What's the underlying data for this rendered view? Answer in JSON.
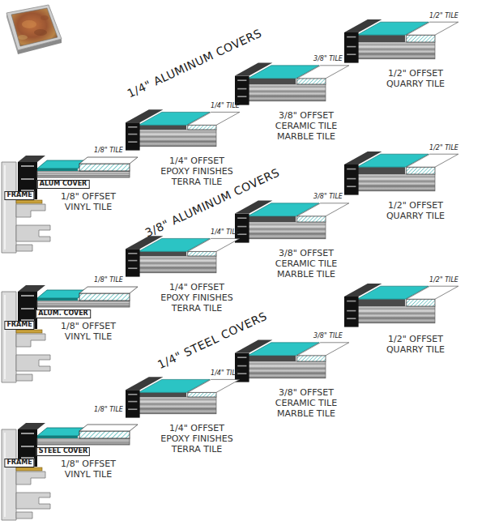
{
  "diagram": {
    "labels": [
      "1/4\" ALUMINUM COVERS",
      "1/2\" TILE",
      "1/2\" OFFSET QUARRY TILE",
      "3/8\" TILE",
      "3/8\" OFFSET CERAMIC TILE MARBLE TILE",
      "1/4\" TILE",
      "1/4\" OFFSET EPOXY FINISHES TERRA TILE",
      "1/8\" TILE",
      "ALUM COVER",
      "1/8\" OFFSET VINYL TILE",
      "FRAME",
      "3/8\" ALUMINUM COVERS",
      "1/2\" TILE",
      "1/2\" OFFSET QUARRY TILE",
      "3/8\" TILE",
      "3/8\" OFFSET CERAMIC TILE MARBLE TILE",
      "1/4\" TILE",
      "1/4\" OFFSET EPOXY FINISHES TERRA TILE",
      "1/8\" TILE",
      "ALUM. COVER",
      "1/8\" OFFSET VINYL TILE",
      "FRAME",
      "1/4\" STEEL COVERS",
      "1/2\" TILE",
      "1/2\" OFFSET QUARRY TILE",
      "3/8\" TILE",
      "3/8\" OFFSET CERAMIC TILE MARBLE TILE",
      "1/4\" TILE",
      "1/4\" OFFSET EPOXY FINISHES TERRA TILE",
      "1/8\" TILE",
      "STEEL COVER",
      "1/8\" OFFSET VINYL TILE",
      "FRAME"
    ]
  }
}
